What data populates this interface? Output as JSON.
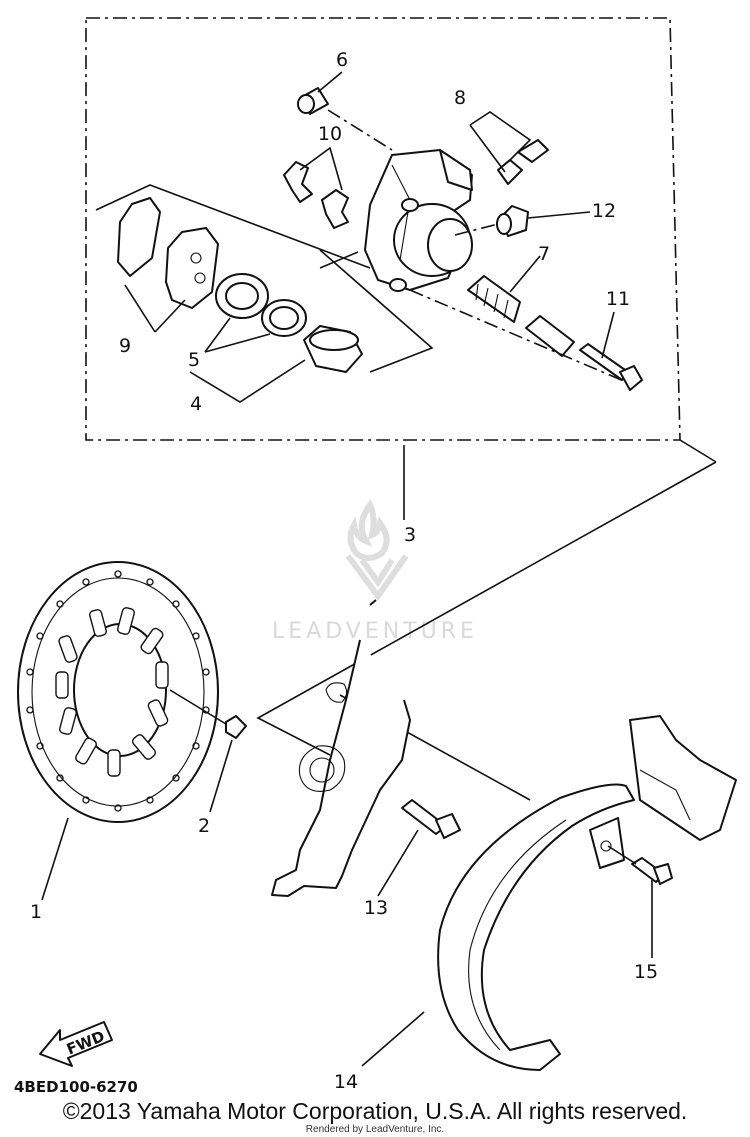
{
  "callouts": {
    "c1": "1",
    "c2": "2",
    "c3": "3",
    "c4": "4",
    "c5": "5",
    "c6": "6",
    "c7": "7",
    "c8": "8",
    "c9": "9",
    "c10": "10",
    "c11": "11",
    "c12": "12",
    "c13": "13",
    "c14": "14",
    "c15": "15"
  },
  "fwd_label": "FWD",
  "diagram_code": "4BED100-6270",
  "watermark": "LEADVENTURE",
  "copyright": "©2013 Yamaha Motor Corporation, U.S.A. All rights reserved.",
  "rendered_by": "Rendered by LeadVenture, Inc."
}
